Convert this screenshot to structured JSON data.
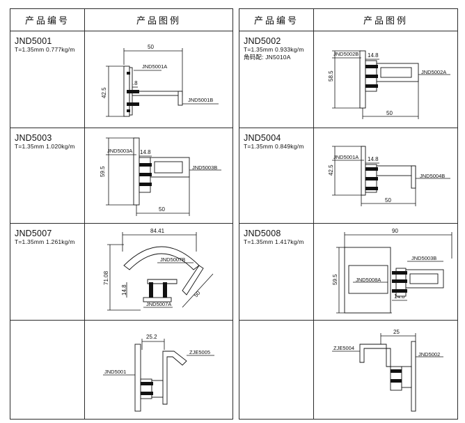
{
  "left_table": {
    "header": {
      "code_col": "产品编号",
      "image_col": "产品图例"
    },
    "rows": [
      {
        "code": "JND5001",
        "spec": "T=1.35mm  0.777kg/m",
        "note": "",
        "dims": [
          "50",
          "42.5",
          "14.8"
        ],
        "labels": [
          "JND5001A",
          "JND5001B"
        ]
      },
      {
        "code": "JND5003",
        "spec": "T=1.35mm  1.020kg/m",
        "note": "",
        "dims": [
          "14.8",
          "59.5",
          "50"
        ],
        "labels": [
          "JND5003A",
          "JND5003B"
        ]
      },
      {
        "code": "JND5007",
        "spec": "T=1.35mm  1.261kg/m",
        "note": "",
        "dims": [
          "84.41",
          "71.08",
          "14.8",
          "50"
        ],
        "labels": [
          "JND5007B",
          "JND5007A"
        ]
      },
      {
        "code": "",
        "spec": "",
        "note": "",
        "dims": [
          "25.2"
        ],
        "labels": [
          "ZJE5005",
          "JND5001"
        ]
      }
    ]
  },
  "right_table": {
    "header": {
      "code_col": "产品编号",
      "image_col": "产品图例"
    },
    "rows": [
      {
        "code": "JND5002",
        "spec": "T=1.35mm  0.933kg/m",
        "note": "角码配: JN5010A",
        "dims": [
          "14.8",
          "58.5",
          "50"
        ],
        "labels": [
          "JND5002B",
          "JND5002A"
        ]
      },
      {
        "code": "JND5004",
        "spec": "T=1.35mm  0.849kg/m",
        "note": "",
        "dims": [
          "14.8",
          "42.5",
          "50"
        ],
        "labels": [
          "JND5001A",
          "JND5004B"
        ]
      },
      {
        "code": "JND5008",
        "spec": "T=1.35mm  1.417kg/m",
        "note": "",
        "dims": [
          "90",
          "59.5",
          "14.8"
        ],
        "labels": [
          "JND5003B",
          "JND5008A"
        ]
      },
      {
        "code": "",
        "spec": "",
        "note": "",
        "dims": [
          "25"
        ],
        "labels": [
          "ZJE5004",
          "JND5002"
        ]
      }
    ]
  }
}
